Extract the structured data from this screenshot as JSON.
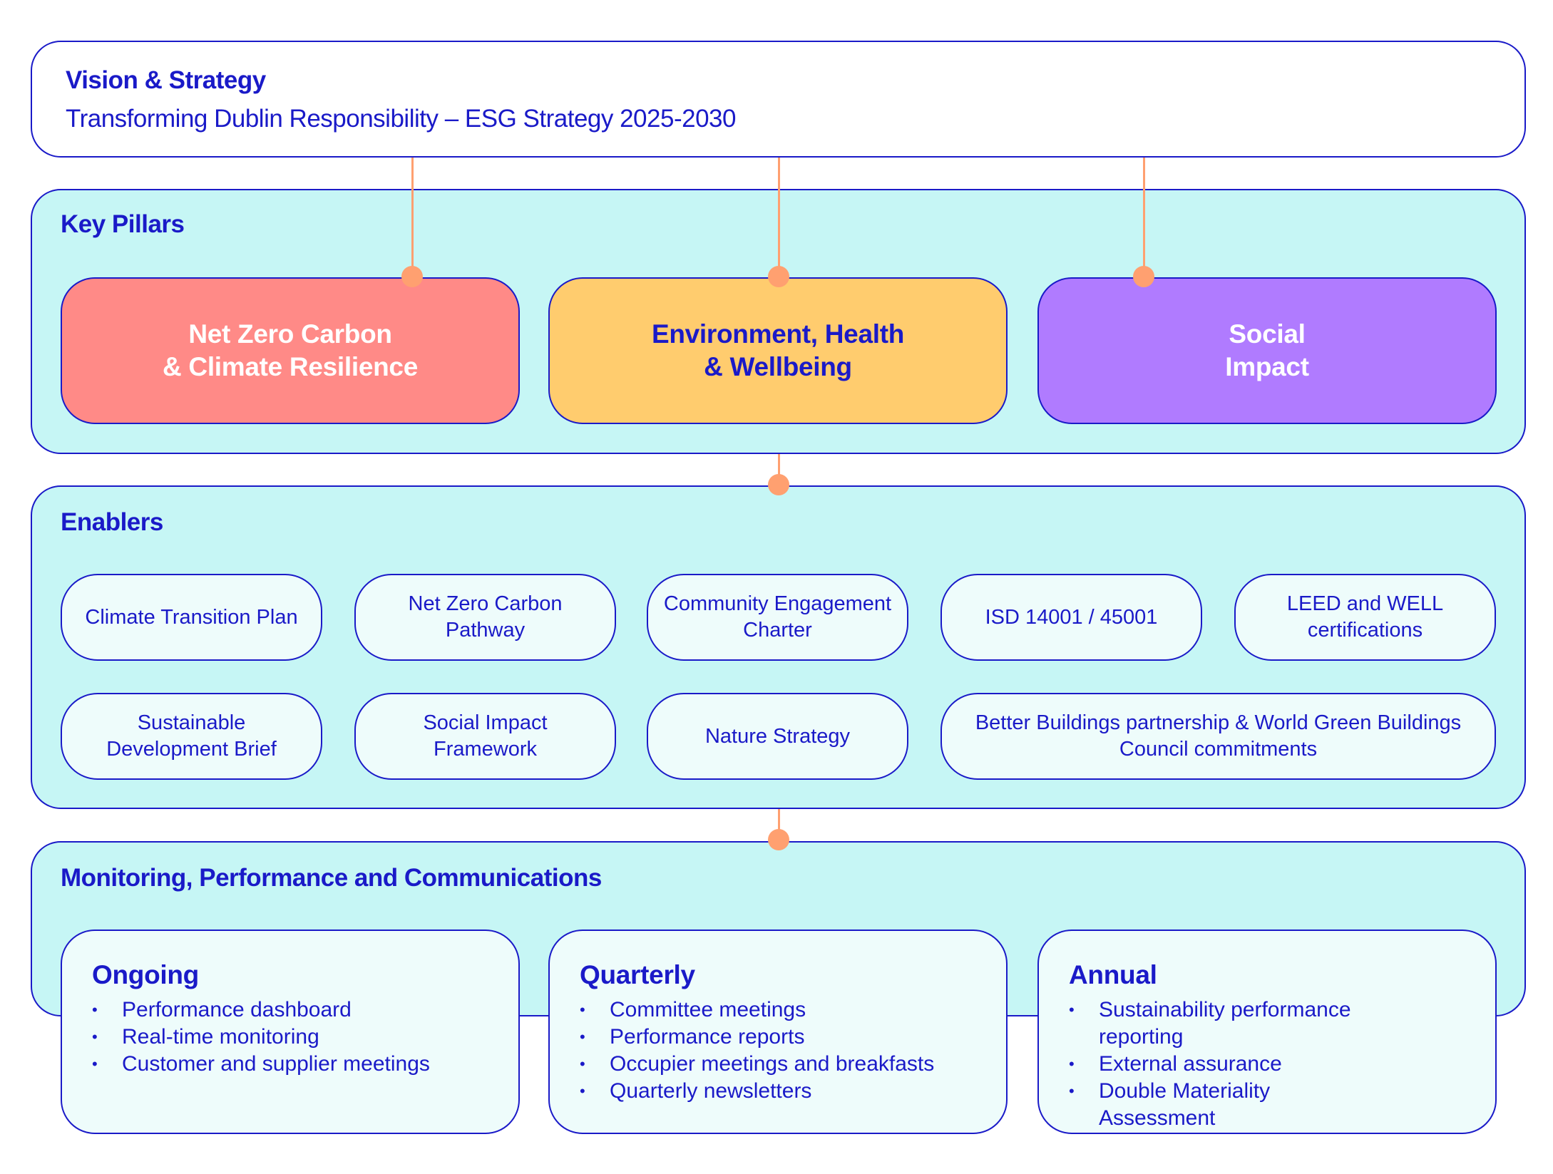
{
  "colors": {
    "primary": "#1a1ac8",
    "section_bg": "#c6f6f5",
    "pill_bg": "#eefcfb",
    "connector": "#ffa070",
    "pillar_red": "#ff8a87",
    "pillar_yellow": "#ffcc6e",
    "pillar_purple": "#b07bff"
  },
  "vision": {
    "title": "Vision & Strategy",
    "subtitle": "Transforming Dublin Responsibility – ESG Strategy 2025-2030"
  },
  "pillars": {
    "title": "Key Pillars",
    "items": [
      {
        "line1": "Net Zero Carbon",
        "line2": "& Climate Resilience"
      },
      {
        "line1": "Environment, Health",
        "line2": "& Wellbeing"
      },
      {
        "line1": "Social",
        "line2": "Impact"
      }
    ]
  },
  "enablers": {
    "title": "Enablers",
    "items": [
      "Climate Transition Plan",
      "Net Zero Carbon Pathway",
      "Community Engagement Charter",
      "ISD 14001 / 45001",
      "LEED and WELL certifications",
      "Sustainable Development Brief",
      "Social Impact Framework",
      "Nature Strategy",
      "Better Buildings partnership & World Green Buildings Council commitments"
    ]
  },
  "monitoring": {
    "title": "Monitoring, Performance and Communications",
    "cards": [
      {
        "title": "Ongoing",
        "items": [
          "Performance dashboard",
          "Real-time monitoring",
          "Customer and supplier meetings"
        ]
      },
      {
        "title": "Quarterly",
        "items": [
          "Committee meetings",
          "Performance reports",
          "Occupier meetings and breakfasts",
          "Quarterly newsletters"
        ]
      },
      {
        "title": "Annual",
        "items": [
          "Sustainability performance reporting",
          "External assurance",
          "Double Materiality Assessment"
        ]
      }
    ]
  },
  "bullet_glyph": "•"
}
